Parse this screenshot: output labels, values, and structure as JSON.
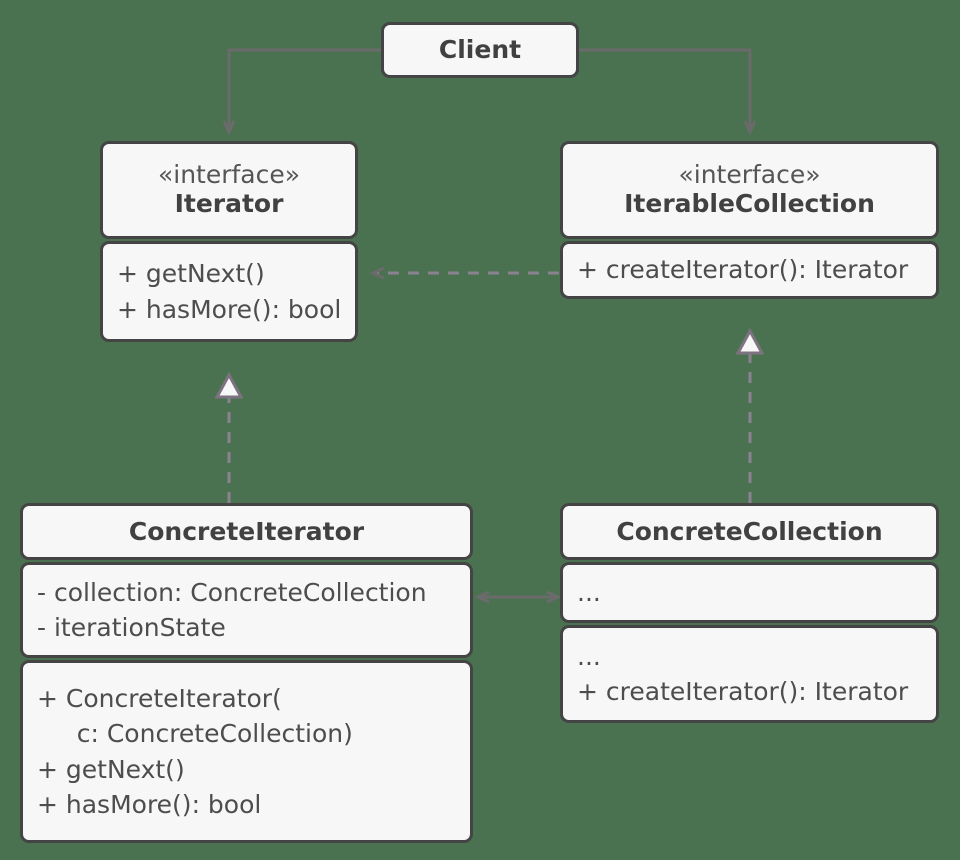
{
  "diagram": {
    "title": "Iterator design pattern UML class diagram",
    "background_color": "#4a7150",
    "box_fill_color": "#f7f7f7",
    "box_border_color": "#444444",
    "text_color": "#4d4d4d",
    "connector_color": "#6b6b6b"
  },
  "classes": {
    "client": {
      "name": "Client",
      "stereotype": "",
      "attributes": [],
      "methods": []
    },
    "iterator": {
      "stereotype": "«interface»",
      "name": "Iterator",
      "methods": [
        "+ getNext()",
        "+ hasMore(): bool"
      ]
    },
    "iterable_collection": {
      "stereotype": "«interface»",
      "name": "IterableCollection",
      "methods": [
        "+ createIterator(): Iterator"
      ]
    },
    "concrete_iterator": {
      "stereotype": "",
      "name": "ConcreteIterator",
      "attributes": [
        "- collection: ConcreteCollection",
        "- iterationState"
      ],
      "methods": [
        "+ ConcreteIterator(",
        "     c: ConcreteCollection)",
        "+ getNext()",
        "+ hasMore(): bool"
      ]
    },
    "concrete_collection": {
      "stereotype": "",
      "name": "ConcreteCollection",
      "attributes": [
        "..."
      ],
      "methods": [
        "...",
        "+ createIterator(): Iterator"
      ]
    }
  },
  "connectors": [
    {
      "id": "client-to-iterator",
      "type": "association",
      "style": "solid",
      "arrowhead": "open",
      "from": "Client",
      "to": "Iterator"
    },
    {
      "id": "client-to-iterable-collection",
      "type": "association",
      "style": "solid",
      "arrowhead": "open",
      "from": "Client",
      "to": "IterableCollection"
    },
    {
      "id": "iterable-collection-to-iterator",
      "type": "dependency",
      "style": "dashed",
      "arrowhead": "open",
      "from": "IterableCollection",
      "to": "Iterator"
    },
    {
      "id": "concrete-iterator-implements-iterator",
      "type": "realization",
      "style": "dashed",
      "arrowhead": "hollow-triangle",
      "from": "ConcreteIterator",
      "to": "Iterator"
    },
    {
      "id": "concrete-collection-implements-iterable-collection",
      "type": "realization",
      "style": "dashed",
      "arrowhead": "hollow-triangle",
      "from": "ConcreteCollection",
      "to": "IterableCollection"
    },
    {
      "id": "concrete-iterator-concrete-collection",
      "type": "association",
      "style": "solid",
      "arrowhead": "bidirectional",
      "from": "ConcreteIterator",
      "to": "ConcreteCollection"
    }
  ]
}
